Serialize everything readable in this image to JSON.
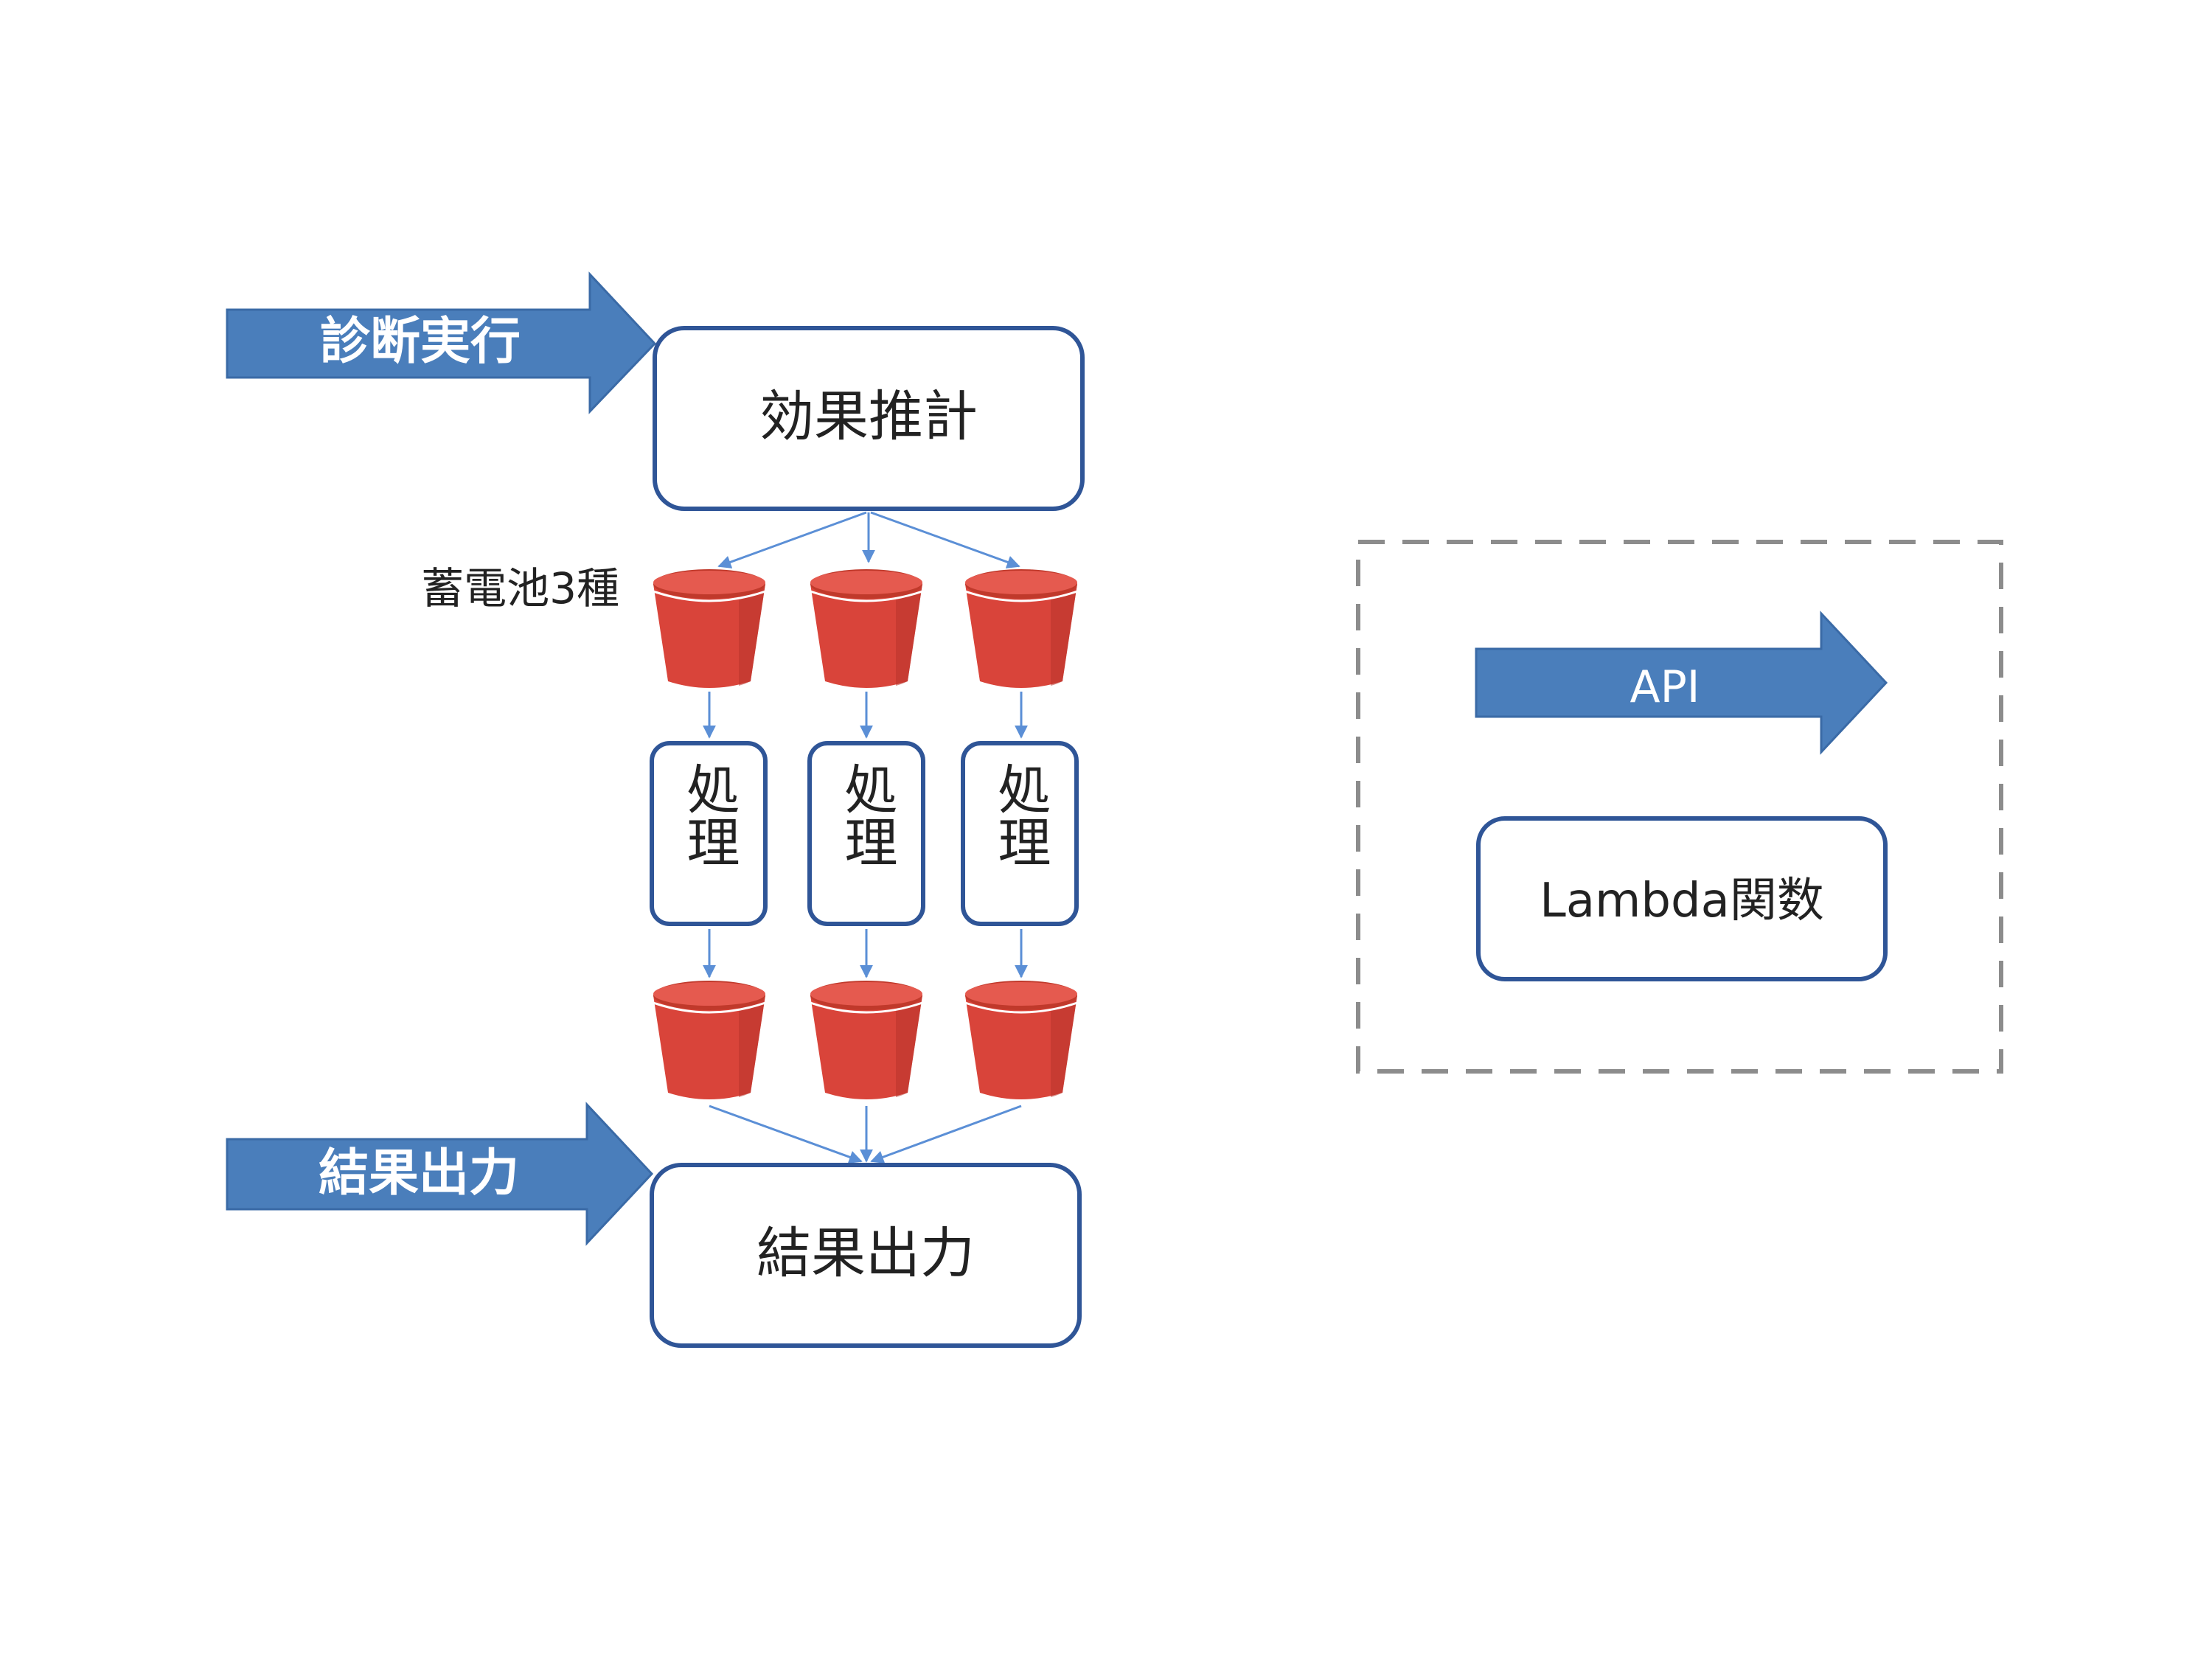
{
  "colors": {
    "arrow_fill": "#4a7ebb",
    "box_stroke": "#2f5597",
    "connector": "#5b8fd6",
    "bucket_body": "#d9443a",
    "bucket_shadow": "#a52a22",
    "legend_border": "#8c8c8c",
    "text_dark": "#222222",
    "text_light": "#ffffff"
  },
  "inputs": {
    "diagnose_arrow": {
      "label": "診断実行",
      "icon": "right-arrow"
    },
    "output_arrow": {
      "label": "結果出力",
      "icon": "right-arrow"
    }
  },
  "boxes": {
    "effect_estimation": {
      "label": "効果推計"
    },
    "result_output": {
      "label": "結果出力"
    }
  },
  "battery_label": "蓄電池3種",
  "process_boxes": [
    {
      "label": "処理"
    },
    {
      "label": "処理"
    },
    {
      "label": "処理"
    }
  ],
  "buckets": {
    "icon": "s3-bucket",
    "top_row_count": 3,
    "bottom_row_count": 3
  },
  "legend": {
    "api_arrow": {
      "label": "API",
      "icon": "right-arrow"
    },
    "lambda_box": {
      "label": "Lambda関数"
    }
  }
}
